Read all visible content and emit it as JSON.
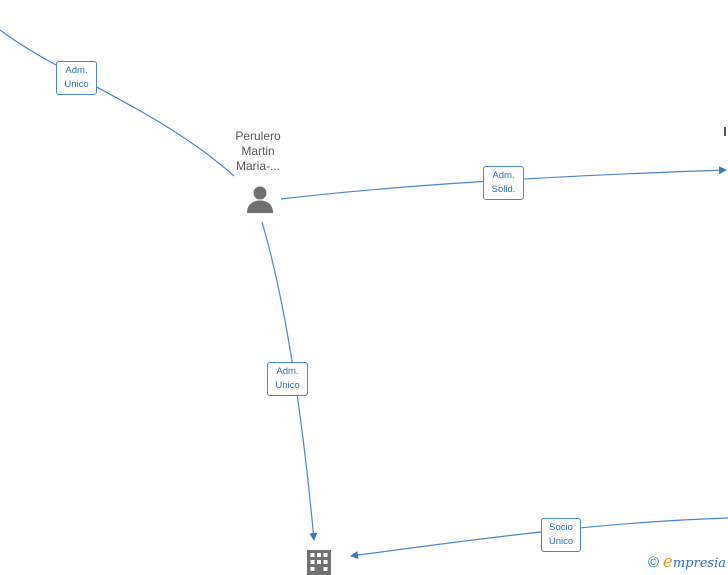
{
  "graph": {
    "person": {
      "name_lines": [
        "Perulero",
        "Martin",
        "Maria-..."
      ],
      "icon": "person-icon"
    },
    "company": {
      "icon": "building-icon"
    },
    "edge_labels": {
      "top_left": [
        "Adm.",
        "Unico"
      ],
      "right": [
        "Adm.",
        "Solid."
      ],
      "down": [
        "Adm.",
        "Unico"
      ],
      "bottom_right": [
        "Socio",
        "Único"
      ]
    }
  },
  "branding": {
    "copyright": "©",
    "logo_initial": "e",
    "logo_word": "mpresia",
    "colors": {
      "line": "#4a86c8",
      "label_text": "#2f6fb5",
      "node_text": "#555555",
      "icon": "#707070",
      "logo_e": "#e69a1c"
    }
  }
}
